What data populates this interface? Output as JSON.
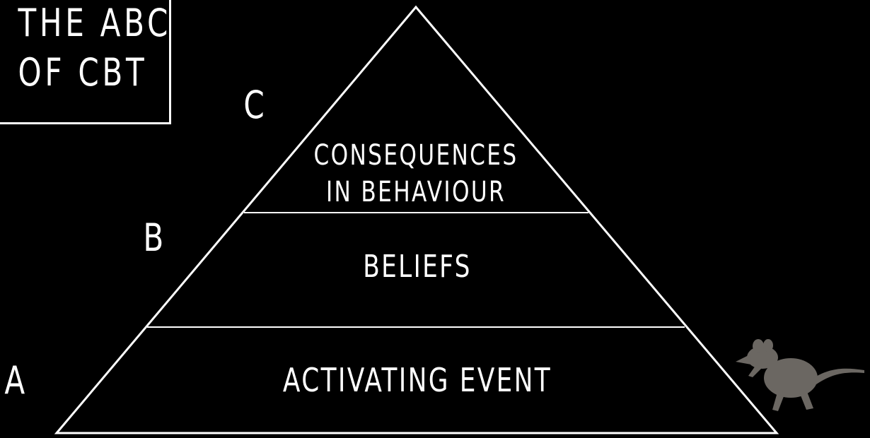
{
  "title": {
    "line1": "THE ABC",
    "line2": "OF CBT"
  },
  "levels": {
    "c": {
      "letter": "C",
      "line1": "CONSEQUENCES",
      "line2": "IN BEHAVIOUR"
    },
    "b": {
      "letter": "B",
      "label": "BELIEFS"
    },
    "a": {
      "letter": "A",
      "label": "ACTIVATING EVENT"
    }
  },
  "colors": {
    "background": "#000000",
    "foreground": "#ffffff",
    "rat": "#6b6762"
  },
  "icons": {
    "mascot": "rat-icon"
  }
}
